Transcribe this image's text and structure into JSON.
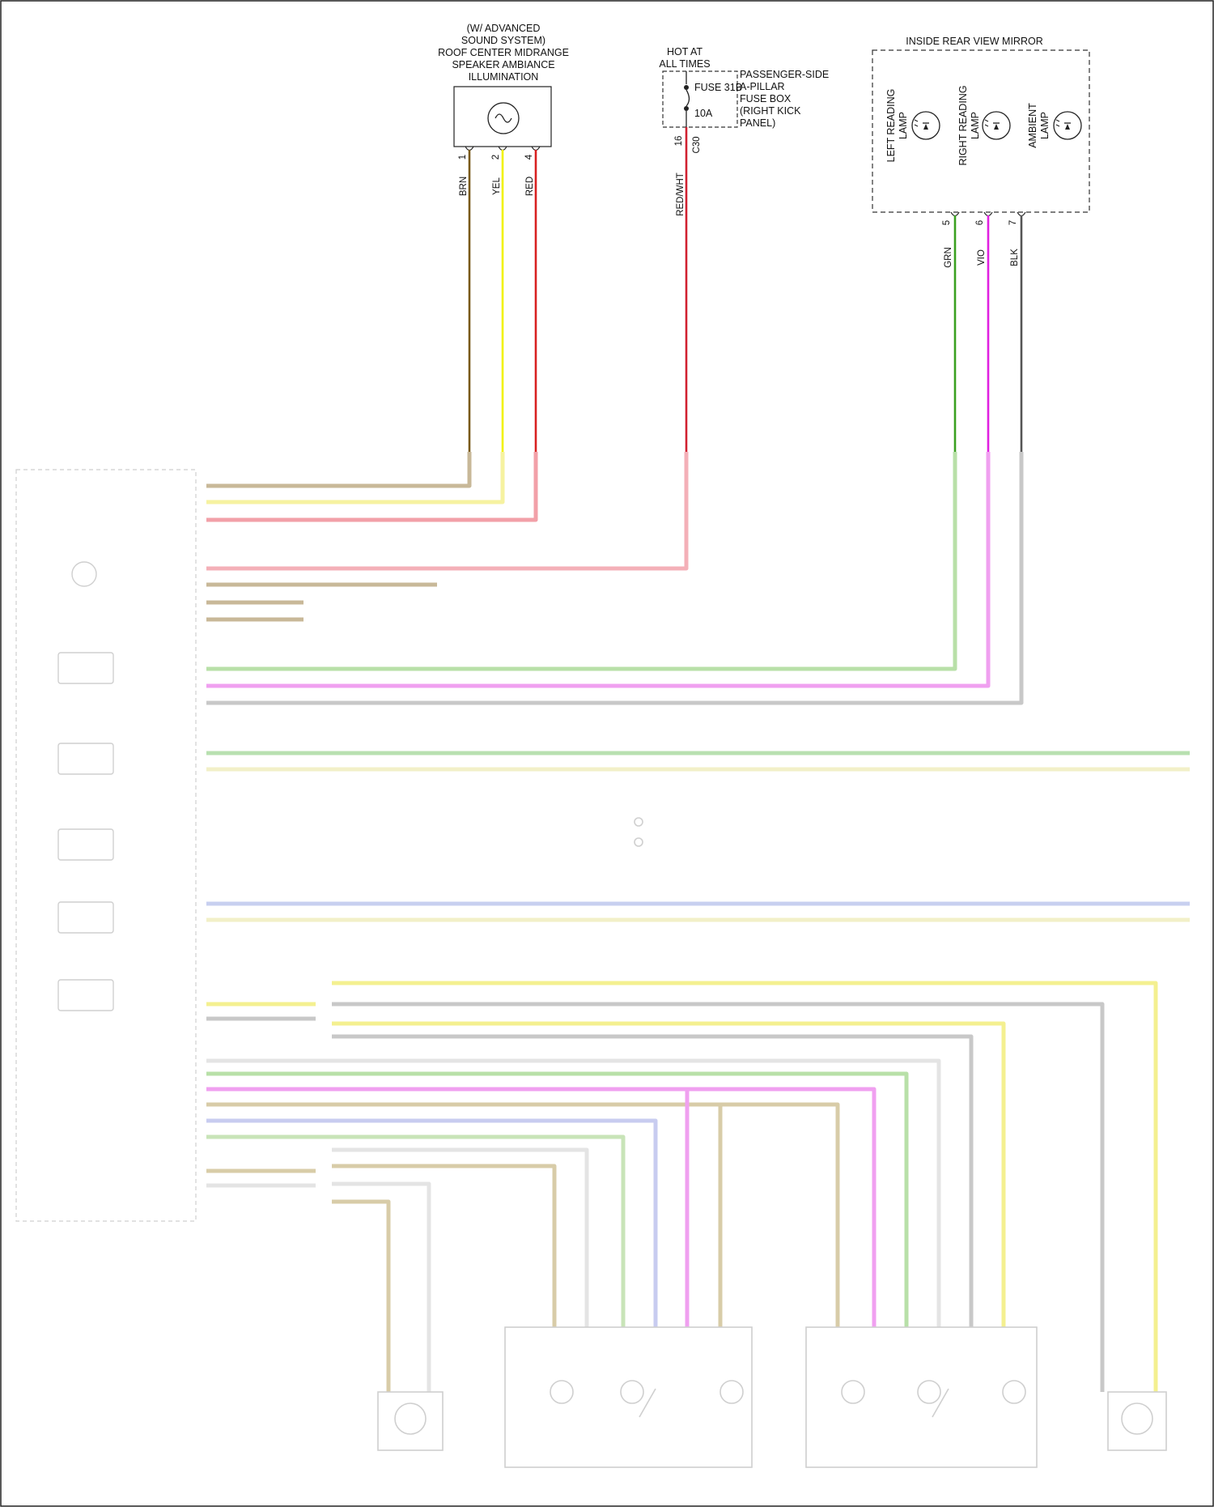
{
  "top_section": {
    "speaker": {
      "title_lines": [
        "(W/ ADVANCED",
        "SOUND SYSTEM)",
        "ROOF CENTER MIDRANGE",
        "SPEAKER AMBIANCE",
        "ILLUMINATION"
      ],
      "pins": [
        {
          "pin": "1",
          "color_code": "BRN",
          "hex": "#7a5a1a"
        },
        {
          "pin": "2",
          "color_code": "YEL",
          "hex": "#f2f200"
        },
        {
          "pin": "4",
          "color_code": "RED",
          "hex": "#d82020"
        }
      ]
    },
    "fuse": {
      "hot_lines": [
        "HOT AT",
        "ALL TIMES"
      ],
      "fuse_name": "FUSE 31B",
      "rating": "10A",
      "box_lines": [
        "PASSENGER-SIDE",
        "A-PILLAR",
        "FUSE BOX",
        "(RIGHT KICK",
        "PANEL)"
      ],
      "pin": "16",
      "connector": "C30",
      "color_code": "RED/WHT",
      "hex": "#d02030"
    },
    "mirror": {
      "title": "INSIDE REAR VIEW MIRROR",
      "lamps": [
        {
          "lines": [
            "LEFT READING",
            "LAMP"
          ]
        },
        {
          "lines": [
            "RIGHT READING",
            "LAMP"
          ]
        },
        {
          "lines": [
            "AMBIENT",
            "LAMP"
          ]
        }
      ],
      "pins": [
        {
          "pin": "5",
          "color_code": "GRN",
          "hex": "#3aa020"
        },
        {
          "pin": "6",
          "color_code": "VIO",
          "hex": "#e020e0"
        },
        {
          "pin": "7",
          "color_code": "BLK",
          "hex": "#555555"
        }
      ]
    }
  },
  "lower_wires": {
    "bundles": [
      {
        "name": "speaker-brn",
        "hex": "#c8b898"
      },
      {
        "name": "speaker-yel",
        "hex": "#f6f2a0"
      },
      {
        "name": "speaker-red",
        "hex": "#f2a0a8"
      },
      {
        "name": "fuse-redwht",
        "hex": "#f4b0b8"
      },
      {
        "name": "mirror-grn",
        "hex": "#b8e0a8"
      },
      {
        "name": "mirror-vio",
        "hex": "#f0a0f0"
      },
      {
        "name": "mirror-blk",
        "hex": "#c8c8c8"
      },
      {
        "name": "bus-grn",
        "hex": "#b8e0b0"
      },
      {
        "name": "bus-yel",
        "hex": "#f2f0c8"
      },
      {
        "name": "bus-blu",
        "hex": "#c8d0f0"
      },
      {
        "name": "lamp-yel",
        "hex": "#f4f090"
      },
      {
        "name": "lamp-gry",
        "hex": "#c8c8c8"
      },
      {
        "name": "lamp-grn",
        "hex": "#b8e0a8"
      },
      {
        "name": "lamp-vio",
        "hex": "#f0a0f0"
      },
      {
        "name": "lamp-tan",
        "hex": "#d8cca8"
      },
      {
        "name": "lamp-blu",
        "hex": "#c8ccf0"
      },
      {
        "name": "lamp-grn2",
        "hex": "#c8e4b8"
      },
      {
        "name": "lamp-wht",
        "hex": "#e4e4e4"
      }
    ]
  },
  "colors": {
    "line": "#222222",
    "dashed_box": "#444444",
    "faded_text": "#7a7a7a",
    "faded_box": "#cfcfcf"
  }
}
